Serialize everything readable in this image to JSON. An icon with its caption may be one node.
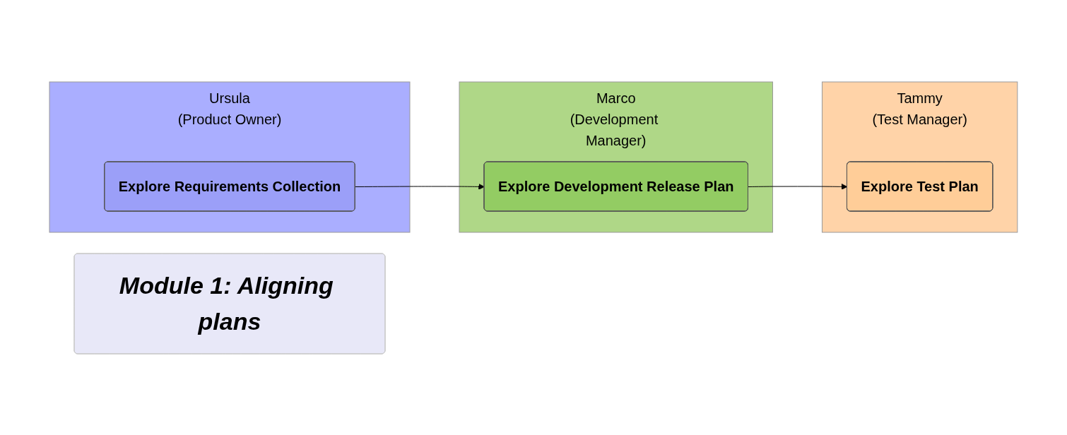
{
  "diagram": {
    "nodes": [
      {
        "text": [
          "Ursula",
          "(Product Owner)"
        ]
      },
      {
        "text": [
          "Marco",
          "(Development Manager)"
        ]
      },
      {
        "text": [
          "Tammy",
          "(Test Manager)"
        ]
      },
      {
        "text": [
          "Module 1: Aligning plans"
        ]
      },
      {
        "text": [
          "Explore Requirements Collection"
        ],
        "in": 0
      },
      {
        "text": [
          "Explore Development Release Plan"
        ],
        "in": 1
      },
      {
        "text": [
          "Explore Test Plan"
        ],
        "in": 2
      }
    ],
    "edges": [
      {
        "from": 4,
        "to": 5,
        "arrow": "to"
      },
      {
        "from": 5,
        "to": 6,
        "arrow": "to"
      }
    ]
  }
}
